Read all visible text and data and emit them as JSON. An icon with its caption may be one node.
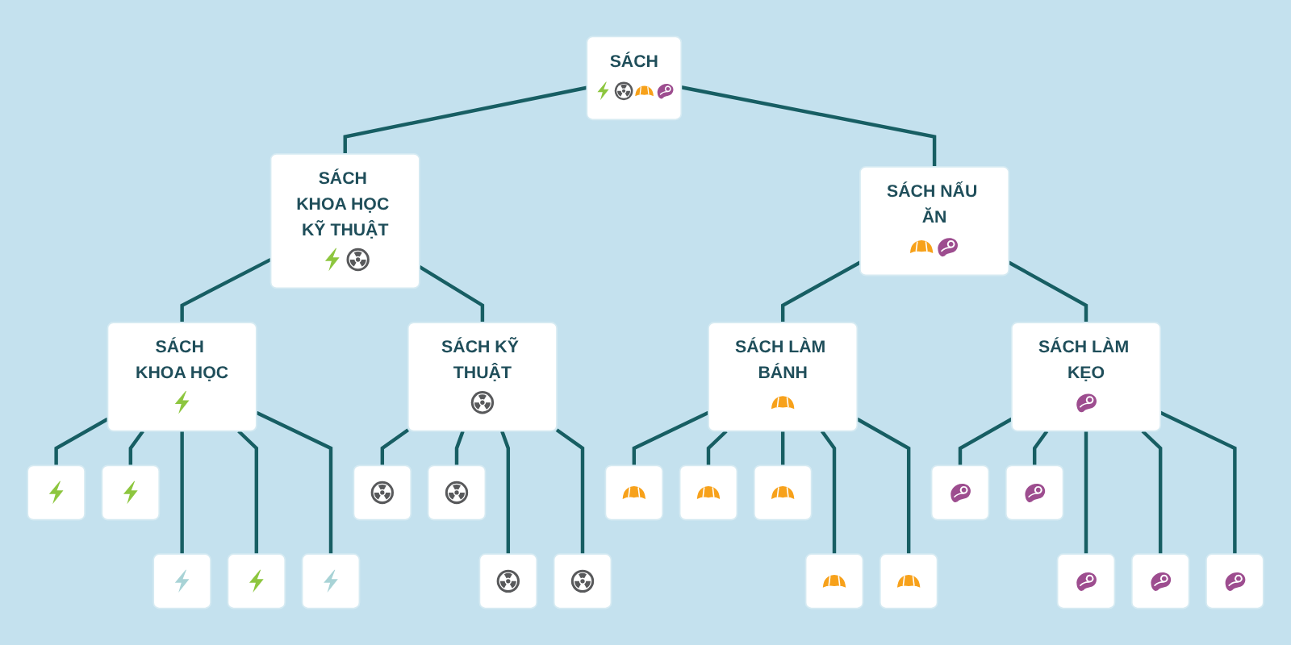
{
  "diagram": {
    "nodes": [
      {
        "text": [
          "SÁCH"
        ]
      },
      {
        "text": [
          "SÁCH KHOA HỌC KỸ THUẬT"
        ]
      },
      {
        "text": [
          "SÁCH NẤU ĂN"
        ]
      },
      {
        "text": [
          "SÁCH KHOA HỌC"
        ]
      },
      {
        "text": [
          "SÁCH KỸ THUẬT"
        ]
      },
      {
        "text": [
          "SÁCH LÀM BÁNH"
        ]
      },
      {
        "text": [
          "SÁCH LÀM KẸO"
        ]
      },
      {
        "text": [],
        "shape": "box"
      },
      {
        "text": [],
        "shape": "box"
      },
      {
        "text": [],
        "shape": "box"
      },
      {
        "text": [],
        "shape": "box"
      },
      {
        "text": [],
        "shape": "box"
      },
      {
        "text": [],
        "shape": "box"
      },
      {
        "text": [],
        "shape": "box"
      },
      {
        "text": [],
        "shape": "box"
      },
      {
        "text": [],
        "shape": "box"
      },
      {
        "text": [],
        "shape": "box"
      },
      {
        "text": [],
        "shape": "box"
      },
      {
        "text": [],
        "shape": "box"
      },
      {
        "text": [],
        "shape": "box"
      },
      {
        "text": [],
        "shape": "box"
      },
      {
        "text": [],
        "shape": "box"
      },
      {
        "text": [],
        "shape": "box"
      },
      {
        "text": [],
        "shape": "box"
      },
      {
        "text": [],
        "shape": "box"
      },
      {
        "text": [],
        "shape": "box"
      }
    ],
    "edges": [
      {
        "from": 0,
        "to": 1,
        "arrow": "none"
      },
      {
        "from": 0,
        "to": 2,
        "arrow": "none"
      },
      {
        "from": 1,
        "to": 3,
        "arrow": "none"
      },
      {
        "from": 1,
        "to": 4,
        "arrow": "none"
      },
      {
        "from": 2,
        "to": 5,
        "arrow": "none"
      },
      {
        "from": 2,
        "to": 6,
        "arrow": "none"
      },
      {
        "from": 3,
        "to": 7,
        "arrow": "none"
      },
      {
        "from": 3,
        "to": 8,
        "arrow": "none"
      },
      {
        "from": 3,
        "to": 16,
        "arrow": "none"
      },
      {
        "from": 3,
        "to": 17,
        "arrow": "none"
      },
      {
        "from": 3,
        "to": 18,
        "arrow": "none"
      },
      {
        "from": 4,
        "to": 9,
        "arrow": "none"
      },
      {
        "from": 4,
        "to": 10,
        "arrow": "none"
      },
      {
        "from": 4,
        "to": 19,
        "arrow": "none"
      },
      {
        "from": 4,
        "to": 20,
        "arrow": "none"
      },
      {
        "from": 5,
        "to": 11,
        "arrow": "none"
      },
      {
        "from": 5,
        "to": 12,
        "arrow": "none"
      },
      {
        "from": 5,
        "to": 13,
        "arrow": "none"
      },
      {
        "from": 5,
        "to": 21,
        "arrow": "none"
      },
      {
        "from": 5,
        "to": 22,
        "arrow": "none"
      },
      {
        "from": 6,
        "to": 14,
        "arrow": "none"
      },
      {
        "from": 6,
        "to": 15,
        "arrow": "none"
      },
      {
        "from": 6,
        "to": 23,
        "arrow": "none"
      },
      {
        "from": 6,
        "to": 24,
        "arrow": "none"
      },
      {
        "from": 6,
        "to": 25,
        "arrow": "none"
      }
    ]
  }
}
